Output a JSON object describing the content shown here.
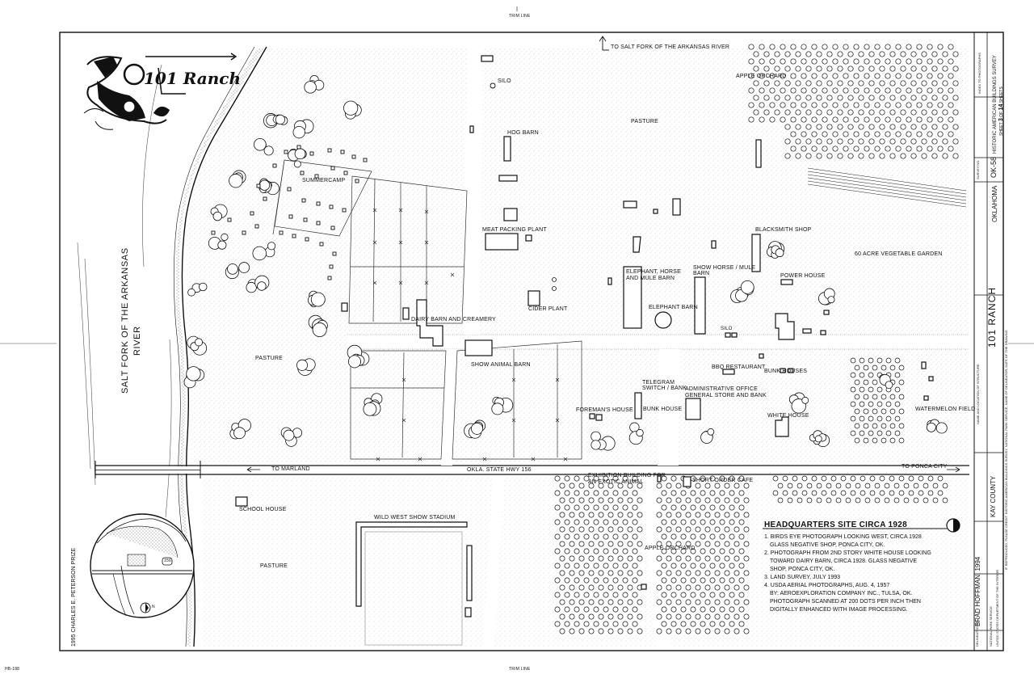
{
  "trim_line": "TRIM LINE",
  "trim_line_bottom": "TRIM LINE",
  "sheet_code": "HB-188",
  "logo": {
    "text": "101 Ranch"
  },
  "title_block": {
    "survey_label": "SURVEY NO.",
    "survey_no": "OK-58",
    "agency": "HISTORIC AMERICAN BUILDINGS SURVEY",
    "sheet_word": "SHEET",
    "sheet_num": "3",
    "of_word": "OF",
    "sheet_total": "14",
    "sheet_suffix": "SHEETS",
    "index_label": "INDEX TO PHOTOGRAPHS",
    "state": "OKLAHOMA",
    "structure_label": "NAME AND LOCATION OF STRUCTURE",
    "structure": "101 RANCH",
    "county": "KAY COUNTY",
    "credit_note": "IF REPRODUCED, PLEASE CREDIT: HISTORIC AMERICAN BUILDINGS SURVEY, NATIONAL PARK SERVICE, NAME OF DELINEATOR, DATE OF THE DRAWING",
    "delineated_label": "DELINEATED BY:",
    "delineator": "BRAD HOFFMAN, 1994",
    "nps_line1": "NATIONAL PARK SERVICE",
    "nps_line2": "UNITED STATES DEPARTMENT OF THE INTERIOR"
  },
  "prize": "1995 CHARLES E. PETERSON PRIZE",
  "river_label": {
    "line1": "SALT FORK OF THE ARKANSAS",
    "line2": "RIVER"
  },
  "labels": {
    "to_salt_fork": "TO SALT FORK OF THE ARKANSAS RIVER",
    "silo_top": "SILO",
    "hog_barn": "HOG BARN",
    "pasture_top": "PASTURE",
    "apple_orchard_top": "APPLE ORCHARD",
    "summercamp": "SUMMERCAMP",
    "meat_packing": "MEAT PACKING PLANT",
    "blacksmith": "BLACKSMITH SHOP",
    "vegetable_garden": "60 ACRE VEGETABLE GARDEN",
    "elephant_horse_barn_1": "ELEPHANT, HORSE",
    "elephant_horse_barn_2": "AND MULE BARN",
    "show_horse_1": "SHOW HORSE / MULE",
    "show_horse_2": "BARN",
    "power_house": "POWER HOUSE",
    "cider_plant": "CIDER PLANT",
    "elephant_barn": "ELEPHANT BARN",
    "dairy_barn": "DAIRY BARN AND CREAMERY",
    "silo_mid": "SILO",
    "pasture_left": "PASTURE",
    "show_animal_barn": "SHOW ANIMAL BARN",
    "bbq": "BBQ RESTAURANT",
    "bunk_houses": "BUNK HOUSES",
    "telegram_1": "TELEGRAM",
    "telegram_2": "SWITCH / BANK",
    "admin_office": "ADMINISTRATIVE OFFICE",
    "general_store": "GENERAL STORE AND BANK",
    "foremans_house": "FOREMAN'S HOUSE",
    "bunk_house": "BUNK HOUSE",
    "white_house": "WHITE HOUSE",
    "watermelon": "WATERMELON FIELD",
    "to_marland": "TO MARLAND",
    "highway": "OKLA. STATE HWY 156",
    "to_ponca": "TO PONCA CITY",
    "exhibition_1": "EXHIBITION BUILDING FOR",
    "exhibition_2": "AN EXOTIC ANIMAL",
    "short_order": "SHORT ORDER CAFE",
    "school_house": "SCHOOL HOUSE",
    "wild_west": "WILD WEST SHOW STADIUM",
    "apple_orchard_bottom": "APPLE ORCHARD",
    "pasture_bottom": "PASTURE",
    "hwy_num": "156",
    "north": "N"
  },
  "notes_title": "HEADQUARTERS SITE CIRCA 1928",
  "notes": [
    "1. BIRDS EYE PHOTOGRAPH LOOKING WEST, CIRCA 1928",
    "GLASS NEGATIVE SHOP, PONCA CITY, OK.",
    "2. PHOTOGRAPH FROM 2ND STORY WHITE HOUSE LOOKING",
    "TOWARD DAIRY BARN, CIRCA 1928. GLASS NEGATIVE",
    "SHOP, PONCA CITY, OK.",
    "3. LAND SURVEY, JULY 1993",
    "4. USDA AERIAL PHOTOGRAPHS, AUG. 4, 1957",
    "BY: AEROEXPLORATION COMPANY INC., TULSA, OK.",
    "PHOTOGRAPH SCANNED AT 200 DOTS PER INCH THEN",
    "DIGITALLY ENHANCED WITH IMAGE PROCESSING."
  ],
  "colors": {
    "ink": "#111111",
    "paper": "#ffffff",
    "stipple": "#555555"
  }
}
